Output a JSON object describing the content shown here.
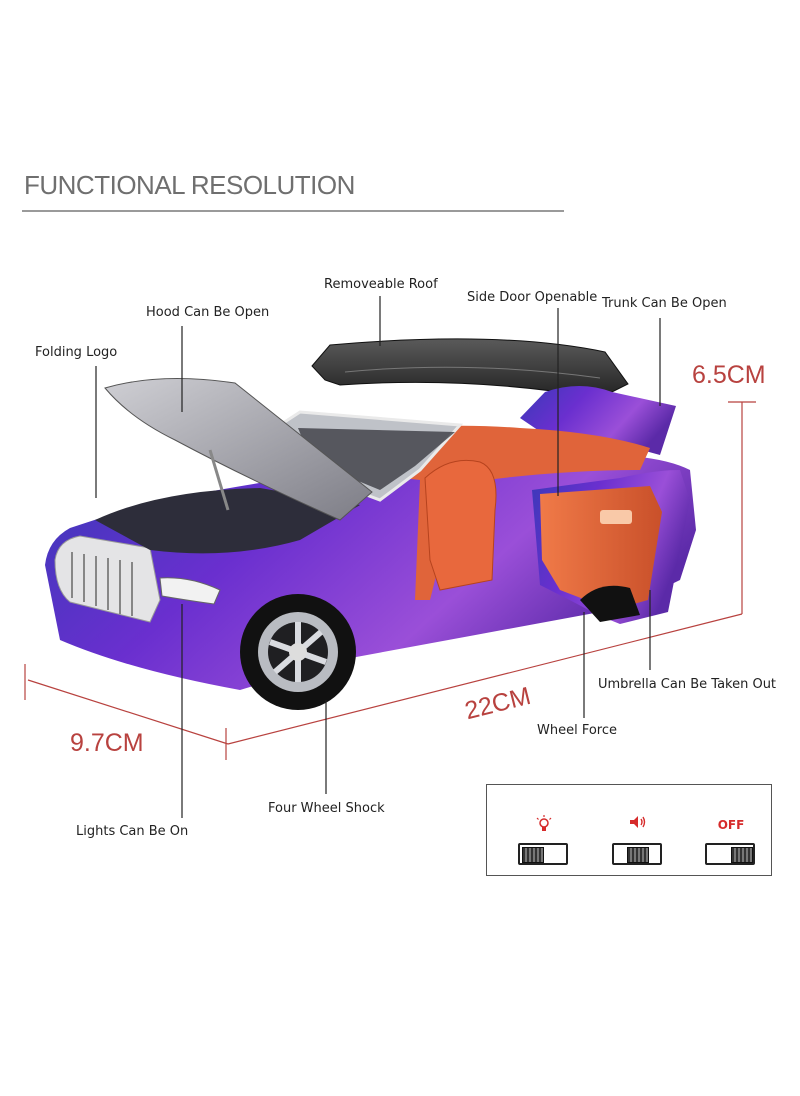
{
  "header": {
    "title": "FUNCTIONAL RESOLUTION"
  },
  "callouts": {
    "removeable_roof": "Removeable Roof",
    "side_door": "Side Door Openable",
    "trunk": "Trunk Can Be Open",
    "hood": "Hood Can Be Open",
    "folding_logo": "Folding Logo",
    "umbrella": "Umbrella Can Be Taken Out",
    "wheel_force": "Wheel Force",
    "four_wheel_shock": "Four Wheel Shock",
    "lights": "Lights Can Be On"
  },
  "dimensions": {
    "height": "6.5CM",
    "length": "22CM",
    "width": "9.7CM"
  },
  "switch_panel": {
    "switches": [
      {
        "icon": "lightbulb-icon",
        "knob": "left"
      },
      {
        "icon": "speaker-icon",
        "knob": "middle"
      },
      {
        "icon": "off-icon",
        "label": "OFF",
        "knob": "right"
      }
    ],
    "off_label": "OFF",
    "icon_color": "#d62b2b"
  },
  "colors": {
    "title": "#6f6f6f",
    "dimension": "#b8423f",
    "car_body": "#5a2bbf",
    "interior": "#e0643a"
  }
}
